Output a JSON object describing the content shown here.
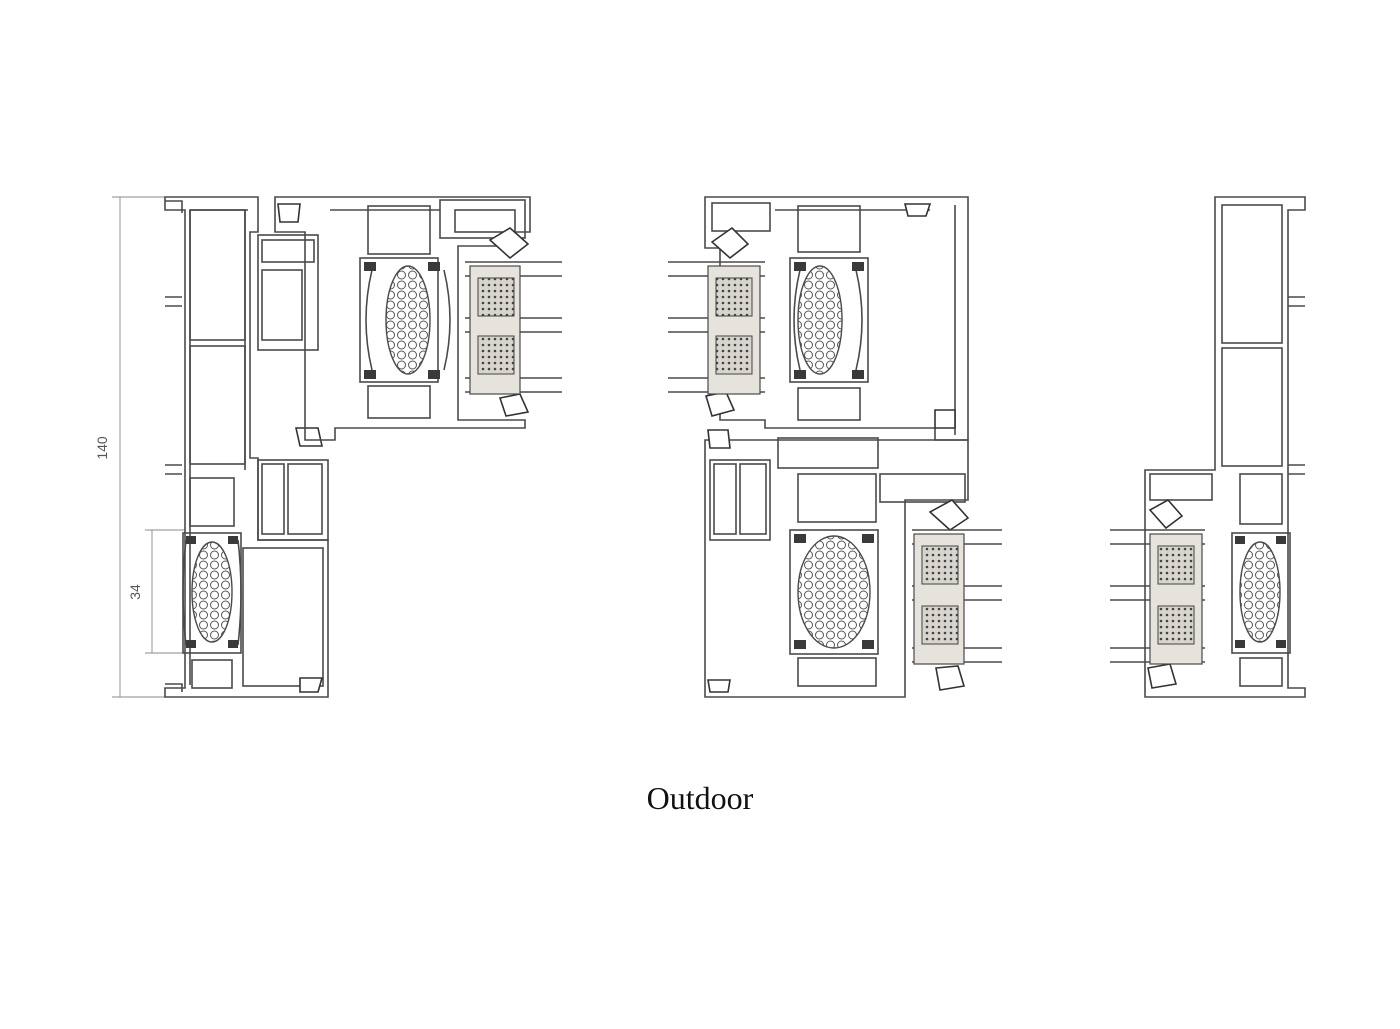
{
  "dimensions": {
    "overall_height": "140",
    "bead_depth": "34"
  },
  "caption": "Outdoor",
  "colors": {
    "line": "#4a4a4a",
    "background": "#ffffff"
  }
}
